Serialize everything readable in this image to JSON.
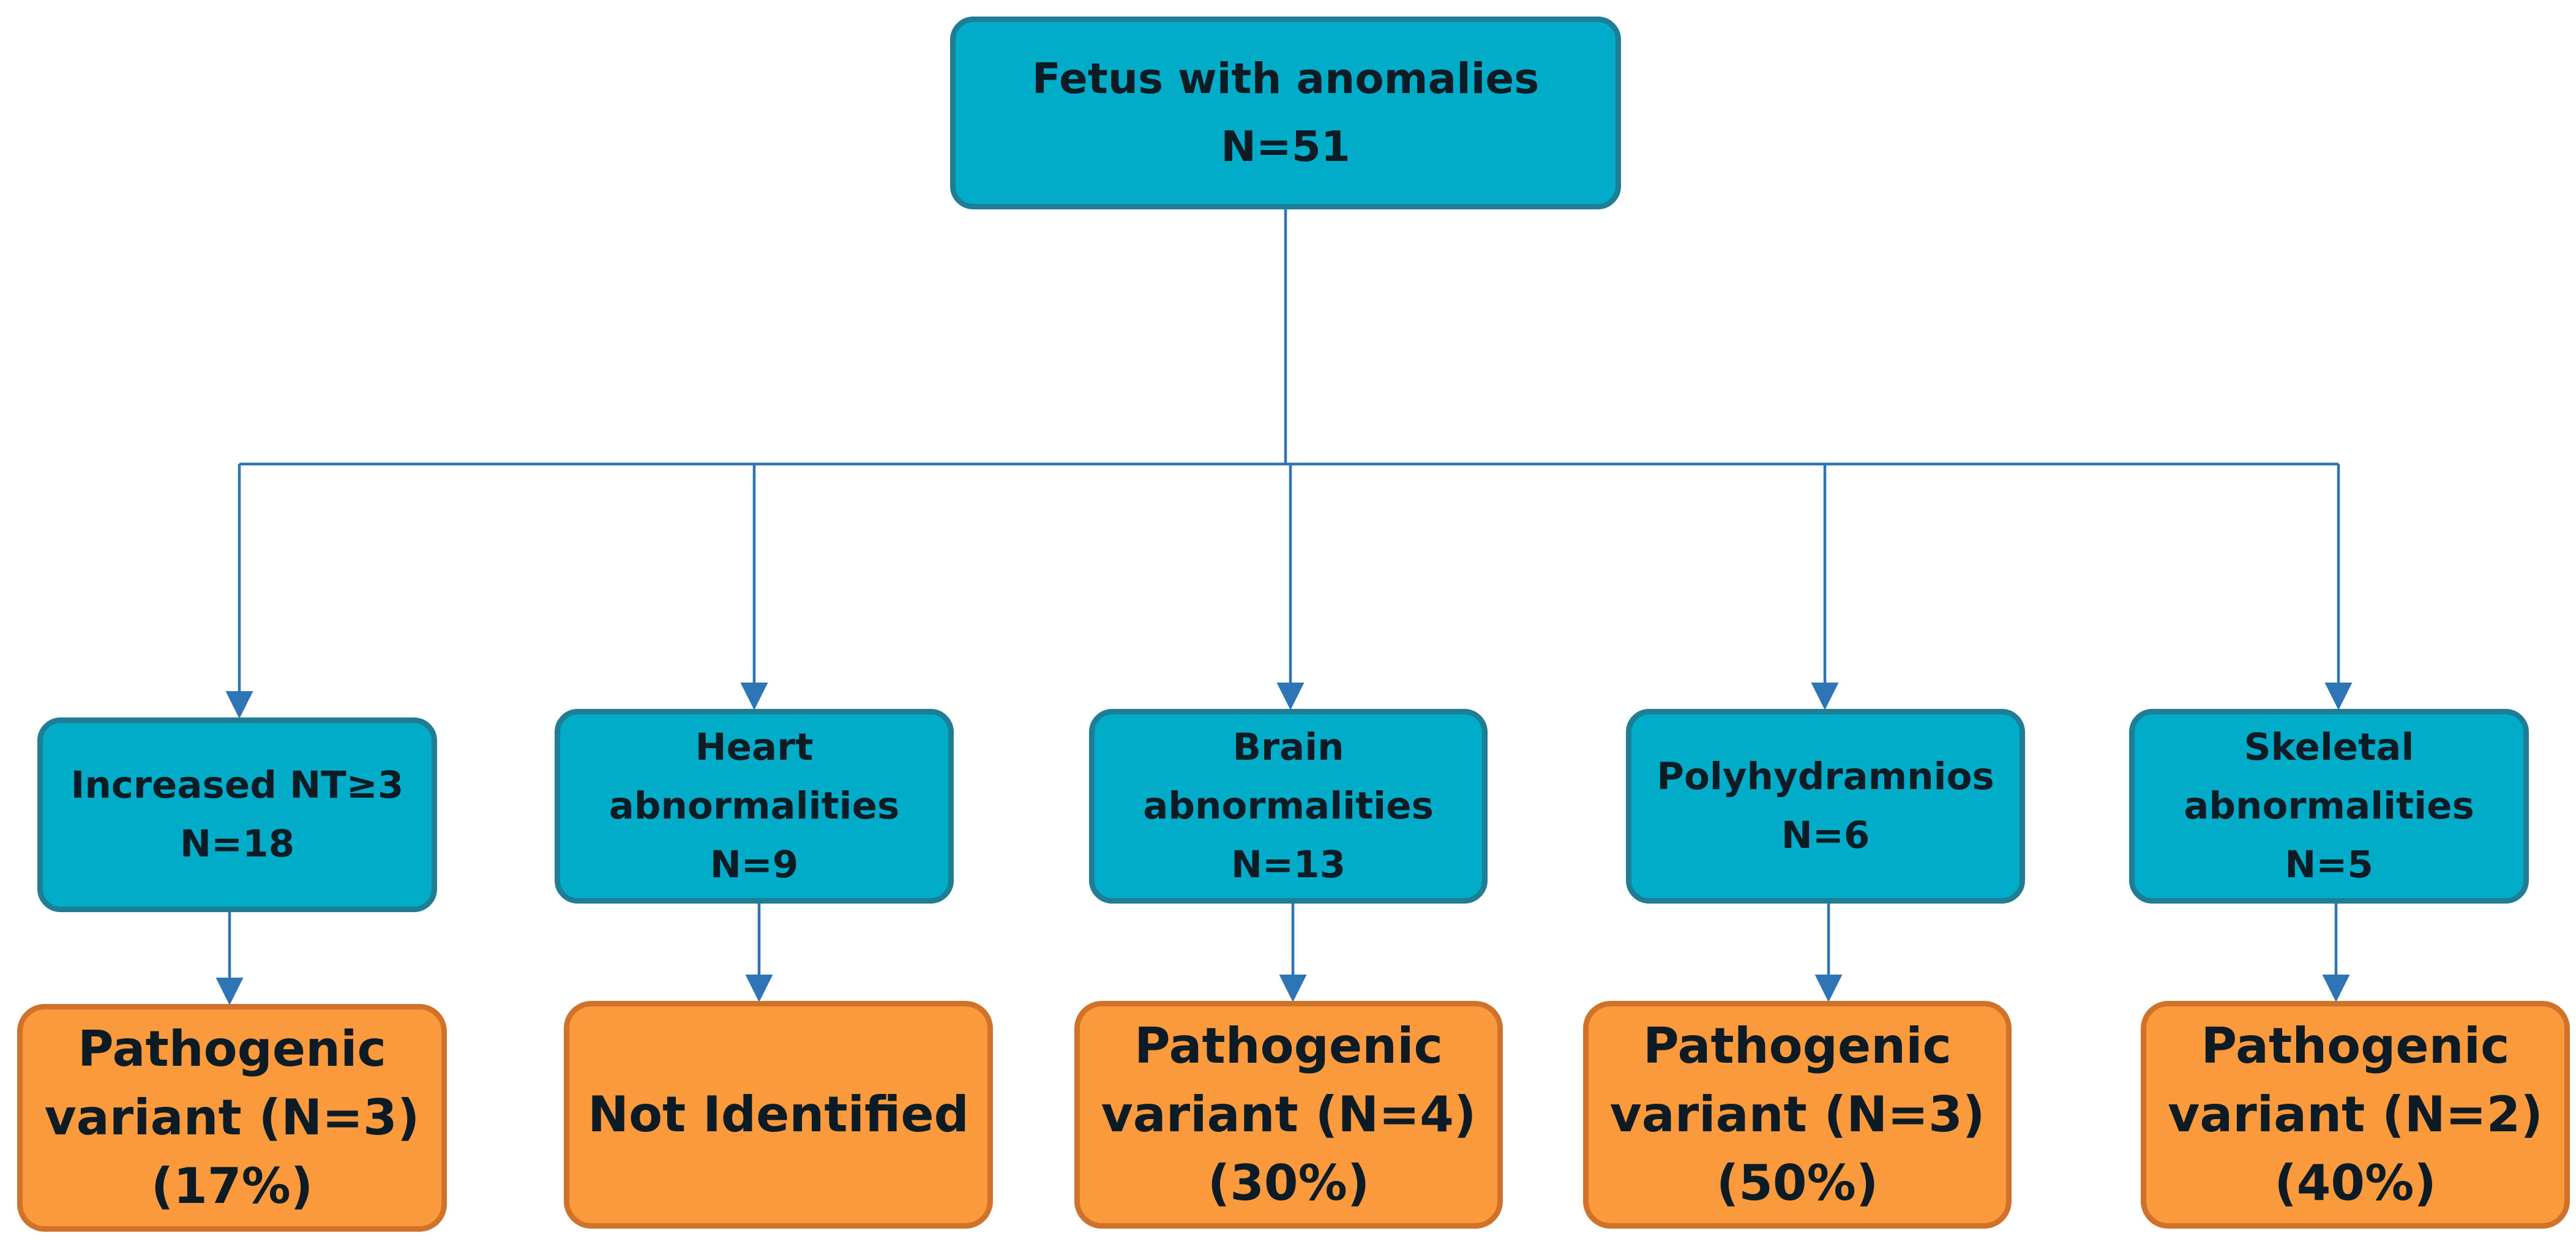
{
  "root": {
    "title": "Fetus with anomalies",
    "count": "N=51"
  },
  "categories": [
    {
      "lines": [
        "Increased NT≥3",
        "N=18"
      ]
    },
    {
      "lines": [
        "Heart",
        "abnormalities",
        "N=9"
      ]
    },
    {
      "lines": [
        "Brain",
        "abnormalities",
        "N=13"
      ]
    },
    {
      "lines": [
        "Polyhydramnios",
        "N=6"
      ]
    },
    {
      "lines": [
        "Skeletal",
        "abnormalities",
        "N=5"
      ]
    }
  ],
  "results": [
    {
      "lines": [
        "Pathogenic",
        "variant (N=3)",
        "(17%)"
      ]
    },
    {
      "lines": [
        "Not Identified"
      ]
    },
    {
      "lines": [
        "Pathogenic",
        "variant (N=4)",
        "(30%)"
      ]
    },
    {
      "lines": [
        "Pathogenic",
        "variant (N=3)",
        "(50%)"
      ]
    },
    {
      "lines": [
        "Pathogenic",
        "variant (N=2)",
        "(40%)"
      ]
    }
  ],
  "colors": {
    "category_fill": "#00acc8",
    "category_border": "#1f7d96",
    "result_fill": "#fb9a3d",
    "result_border": "#d0722a",
    "connector": "#2e75b6"
  }
}
